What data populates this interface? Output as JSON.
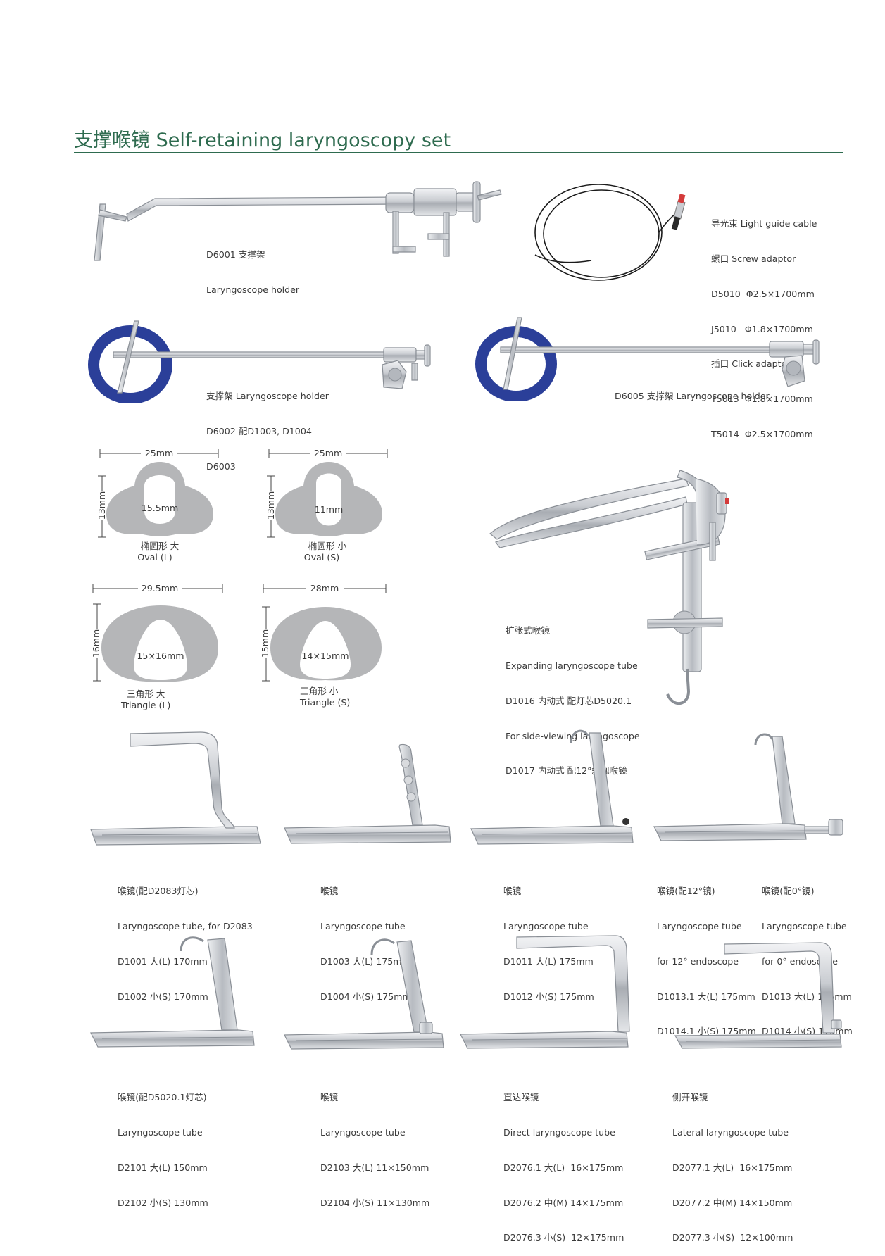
{
  "title": "支撑喉镜 Self-retaining laryngoscopy set",
  "colors": {
    "title": "#2e6b4f",
    "rule": "#2e6b4f",
    "ring": "#2b3f99",
    "shape": "#b5b6b8",
    "text": "#3a3a3a"
  },
  "captions": {
    "d6001": [
      "D6001 支撑架",
      "Laryngoscope holder"
    ],
    "cable": [
      "导光束 Light guide cable",
      "螺口 Screw adaptor",
      "D5010  Φ2.5×1700mm",
      "J5010   Φ1.8×1700mm",
      "插口 Click adaptor",
      "T5013  Φ1.8×1700mm",
      "T5014  Φ2.5×1700mm"
    ],
    "d6002": [
      "支撑架 Laryngoscope holder",
      "D6002 配D1003, D1004",
      "D6003"
    ],
    "d6005": [
      "D6005 支撑架 Laryngoscope holder"
    ],
    "expanding": [
      "扩张式喉镜",
      "Expanding laryngoscope tube",
      "D1016 内动式 配灯芯D5020.1",
      "For side-viewing laryngoscope",
      "D1017 内动式 配12°斜视喉镜"
    ],
    "tube_d2083": [
      "喉镜(配D2083灯芯)",
      "Laryngoscope tube, for D2083",
      "D1001 大(L) 170mm",
      "D1002 小(S) 170mm"
    ],
    "tube_d1003": [
      "喉镜",
      "Laryngoscope tube",
      "D1003 大(L) 175mm",
      "D1004 小(S) 175mm"
    ],
    "tube_d1011": [
      "喉镜",
      "Laryngoscope tube",
      "D1011 大(L) 175mm",
      "D1012 小(S) 175mm"
    ],
    "tube_12deg": [
      "喉镜(配12°镜)",
      "Laryngoscope tube",
      "for 12° endoscope",
      "D1013.1 大(L) 175mm",
      "D1014.1 小(S) 175mm"
    ],
    "tube_0deg": [
      "喉镜(配0°镜)",
      "Laryngoscope tube",
      "for 0° endoscope",
      "D1013 大(L) 175mm",
      "D1014 小(S) 175mm"
    ],
    "tube_d5020": [
      "喉镜(配D5020.1灯芯)",
      "Laryngoscope tube",
      "D2101 大(L) 150mm",
      "D2102 小(S) 130mm"
    ],
    "tube_d2103": [
      "喉镜",
      "Laryngoscope tube",
      "D2103 大(L) 11×150mm",
      "D2104 小(S) 11×130mm"
    ],
    "direct": [
      "直达喉镜",
      "Direct laryngoscope tube",
      "D2076.1 大(L)  16×175mm",
      "D2076.2 中(M) 14×175mm",
      "D2076.3 小(S)  12×175mm"
    ],
    "lateral": [
      "侧开喉镜",
      "Lateral laryngoscope tube",
      "D2077.1 大(L)  16×175mm",
      "D2077.2 中(M) 14×150mm",
      "D2077.3 小(S)  12×100mm"
    ]
  },
  "cross_sections": {
    "oval_l": {
      "width": "25mm",
      "height": "13mm",
      "inner": "15.5mm",
      "name_cn": "椭圆形  大",
      "name_en": "Oval (L)"
    },
    "oval_s": {
      "width": "25mm",
      "height": "13mm",
      "inner": "11mm",
      "name_cn": "椭圆形  小",
      "name_en": "Oval (S)"
    },
    "tri_l": {
      "width": "29.5mm",
      "height": "16mm",
      "inner": "15×16mm",
      "name_cn": "三角形  大",
      "name_en": "Triangle (L)"
    },
    "tri_s": {
      "width": "28mm",
      "height": "15mm",
      "inner": "14×15mm",
      "name_cn": "三角形  小",
      "name_en": "Triangle (S)"
    }
  },
  "icons": [
    "laryngoscope-holder-image",
    "light-cable-image",
    "ring-holder-image",
    "expanding-laryngoscope-image",
    "laryngoscope-tube-image"
  ]
}
